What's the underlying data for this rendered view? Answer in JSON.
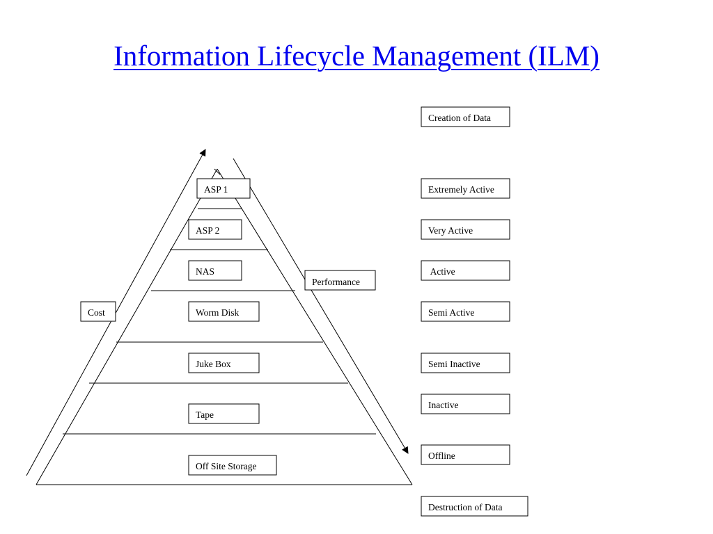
{
  "title": "Information Lifecycle Management (ILM)",
  "pyramid_tiers": [
    "ASP 1",
    "ASP 2",
    "NAS",
    "Worm Disk",
    "Juke Box",
    "Tape",
    "Off Site Storage"
  ],
  "axis_labels": {
    "cost": "Cost",
    "performance": "Performance"
  },
  "lifecycle_stages": [
    "Creation of Data",
    "Extremely Active",
    "Very Active",
    " Active",
    "Semi Active",
    "Semi Inactive",
    "Inactive",
    "Offline",
    "Destruction of Data"
  ]
}
